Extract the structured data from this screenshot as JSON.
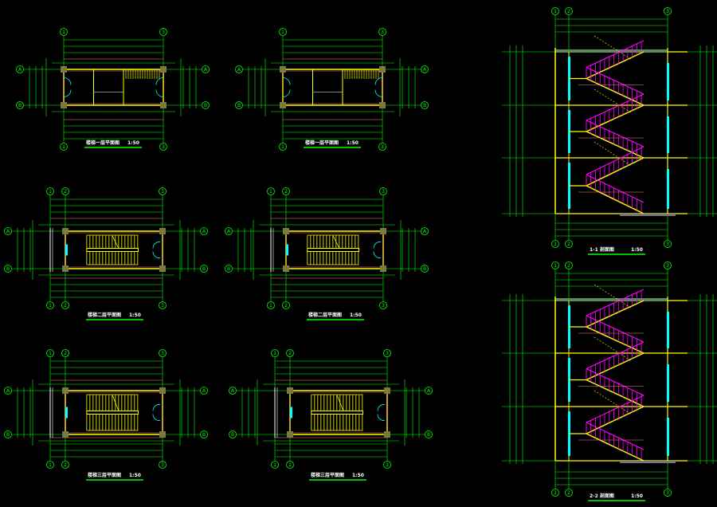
{
  "drawing": {
    "colors": {
      "background": "#000000",
      "axis": "#00ff00",
      "wall": "#ffff00",
      "railing": "#ff00ff",
      "window": "#00ffff",
      "dimension": "#ff8080",
      "text": "#ffffff"
    },
    "plans": [
      {
        "title": "楼梯一层平面图",
        "scale": "1:50",
        "axes_x": [
          "1",
          "3"
        ],
        "axes_y": [
          "A",
          "B"
        ]
      },
      {
        "title": "楼梯一层平面图",
        "scale": "1:50",
        "axes_x": [
          "1",
          "3"
        ],
        "axes_y": [
          "A",
          "B"
        ]
      },
      {
        "title": "楼梯二层平面图",
        "scale": "1:50",
        "axes_x": [
          "1",
          "2",
          "3"
        ],
        "axes_y": [
          "A",
          "B"
        ]
      },
      {
        "title": "楼梯二层平面图",
        "scale": "1:50",
        "axes_x": [
          "1",
          "2",
          "3"
        ],
        "axes_y": [
          "A",
          "B"
        ]
      },
      {
        "title": "楼梯三层平面图",
        "scale": "1:50",
        "axes_x": [
          "1",
          "2",
          "3"
        ],
        "axes_y": [
          "A",
          "B"
        ]
      },
      {
        "title": "楼梯三层平面图",
        "scale": "1:50",
        "axes_x": [
          "1",
          "2",
          "3"
        ],
        "axes_y": [
          "A",
          "B"
        ]
      }
    ],
    "sections": [
      {
        "title": "1-1 剖面图",
        "scale": "1:50",
        "axes_x": [
          "1",
          "2",
          "3"
        ]
      },
      {
        "title": "2-2 剖面图",
        "scale": "1:50",
        "axes_x": [
          "1",
          "2",
          "3"
        ]
      }
    ]
  }
}
